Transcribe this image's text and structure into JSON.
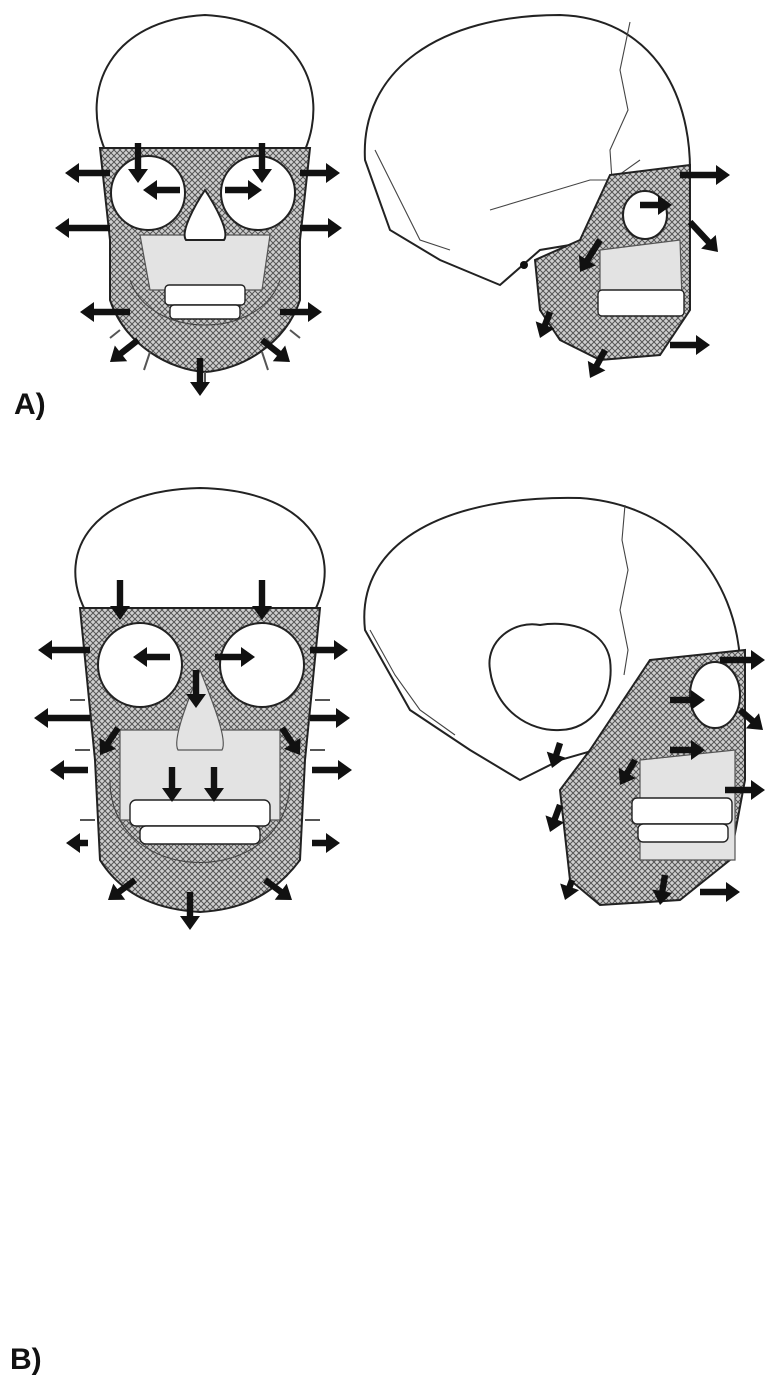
{
  "figure": {
    "panels": [
      {
        "label": "A)",
        "views": [
          "frontal",
          "lateral"
        ]
      },
      {
        "label": "B)",
        "views": [
          "frontal",
          "lateral"
        ]
      }
    ]
  },
  "colors": {
    "outline": "#222222",
    "arrow": "#111111",
    "hatch": "#555555",
    "bone_fill": "#ffffff",
    "shaded_area": "#e3e3e3"
  },
  "icons": {
    "arrow": "growth-direction-arrow-icon"
  }
}
